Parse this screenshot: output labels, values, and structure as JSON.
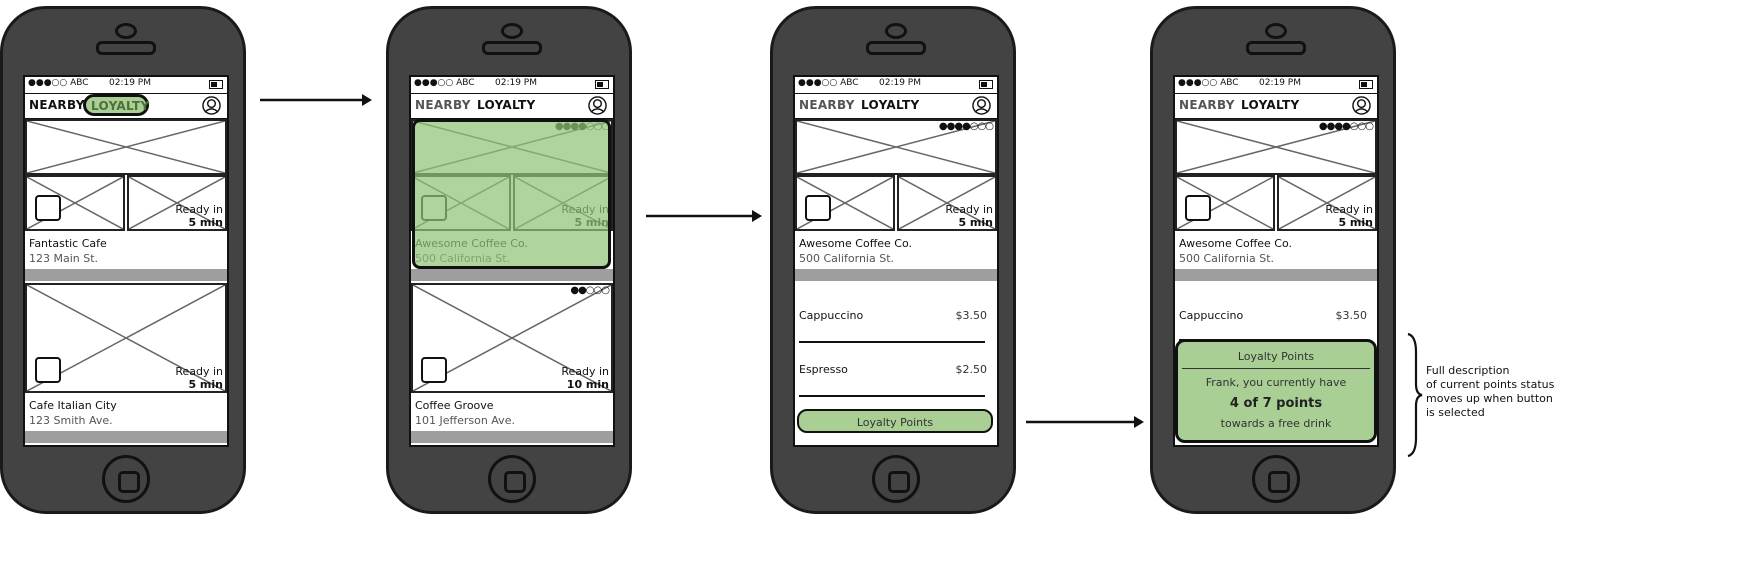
{
  "status": {
    "signal": "●●●○○ ABC",
    "time": "02:19 PM"
  },
  "tabs": {
    "nearby": "NEARBY",
    "loyalty_upper": "LOYALTY",
    "loyalty": "LOYALTY"
  },
  "labels": {
    "ready_in": "Ready in",
    "five_min": "5 min",
    "ten_min": "10 min"
  },
  "cafes": [
    {
      "name": "Fantastic Cafe",
      "address": "123 Main St."
    },
    {
      "name": "Cafe Italian City",
      "address": "123 Smith Ave."
    },
    {
      "name": "Awesome Coffee Co.",
      "address": "500 California St."
    },
    {
      "name": "Coffee Groove",
      "address": "101 Jefferson Ave."
    }
  ],
  "points_dots": {
    "awesome": "●●●●○○○",
    "groove": "●●○○○"
  },
  "menu": [
    {
      "item": "Cappuccino",
      "price": "$3.50"
    },
    {
      "item": "Espresso",
      "price": "$2.50"
    }
  ],
  "loyalty_button": "Loyalty Points",
  "loyalty_card": {
    "title": "Loyalty Points",
    "line1": "Frank, you currently have",
    "line2": "4 of 7 points",
    "line3": "towards a free drink"
  },
  "annotation": [
    "Full description",
    "of current points status",
    "moves up when button",
    "is selected"
  ],
  "colors": {
    "highlight_green": "#a9cf95",
    "phone_body": "#434343",
    "divider_gray": "#9e9e9e"
  }
}
